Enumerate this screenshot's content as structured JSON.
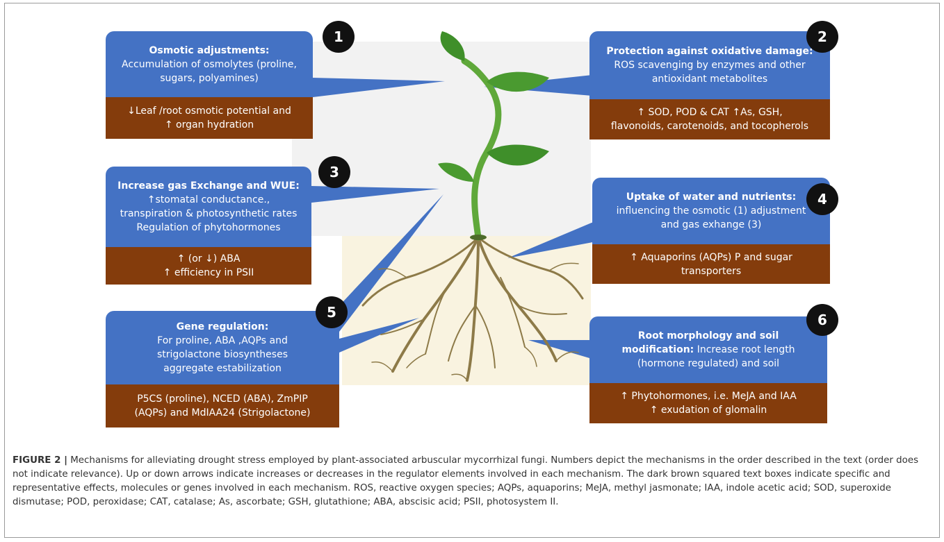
{
  "figure": {
    "label": "FIGURE 2 |",
    "caption": "Mechanisms for alleviating drought stress employed by plant-associated arbuscular mycorrhizal fungi. Numbers depict the mechanisms in the order described in the text (order does not indicate relevance). Up or down arrows indicate increases or decreases in the regulator elements involved in each mechanism. The dark brown squared text boxes indicate specific and representative effects, molecules or genes involved in each mechanism. ROS, reactive oxygen species; AQPs, aquaporins; MeJA, methyl jasmonate; IAA, indole acetic acid; SOD, superoxide dismutase; POD, peroxidase; CAT, catalase; As, ascorbate; GSH, glutathione; ABA, abscisic acid; PSII, photosystem II."
  },
  "colors": {
    "blue_box": "#4472c4",
    "brown_box": "#843c0c",
    "badge": "#111111",
    "stem_green": "#5fa83a",
    "root_brown": "#8d7a48"
  },
  "mechanisms": [
    {
      "number": "1",
      "title": "Osmotic adjustments:",
      "lines": [
        "Accumulation of osmolytes (proline,",
        "sugars, polyamines)"
      ],
      "effects": [
        "↓Leaf /root osmotic potential and",
        "↑ organ hydration"
      ]
    },
    {
      "number": "2",
      "title": "Protection against oxidative damage:",
      "lines": [
        "ROS scavenging by enzymes and other",
        "antioxidant metabolites"
      ],
      "effects": [
        "↑ SOD, POD & CAT ↑As, GSH,",
        "flavonoids, carotenoids, and tocopherols"
      ]
    },
    {
      "number": "3",
      "title": "Increase gas Exchange and WUE:",
      "lines": [
        "↑stomatal conductance.,",
        "transpiration & photosynthetic rates",
        "Regulation of phytohormones"
      ],
      "effects": [
        "↑ (or ↓) ABA",
        "↑ efficiency in PSII"
      ]
    },
    {
      "number": "4",
      "title": "Uptake of water and nutrients:",
      "lines": [
        "influencing the osmotic (1) adjustment",
        "and gas exhange (3)"
      ],
      "effects": [
        "↑ Aquaporins (AQPs) P and sugar",
        "transporters"
      ]
    },
    {
      "number": "5",
      "title": "Gene regulation:",
      "lines": [
        "For proline, ABA ,AQPs and",
        "strigolactone biosyntheses",
        "aggregate estabilization"
      ],
      "effects": [
        "P5CS (proline), NCED (ABA), ZmPIP",
        "(AQPs) and MdIAA24 (Strigolactone)"
      ]
    },
    {
      "number": "6",
      "title": "Root morphology and soil",
      "title2": "modification:",
      "lines2": " Increase root length",
      "lines": [
        "(hormone regulated) and soil"
      ],
      "effects": [
        "↑ Phytohormones, i.e. MeJA and IAA",
        "↑ exudation of glomalin"
      ]
    }
  ]
}
